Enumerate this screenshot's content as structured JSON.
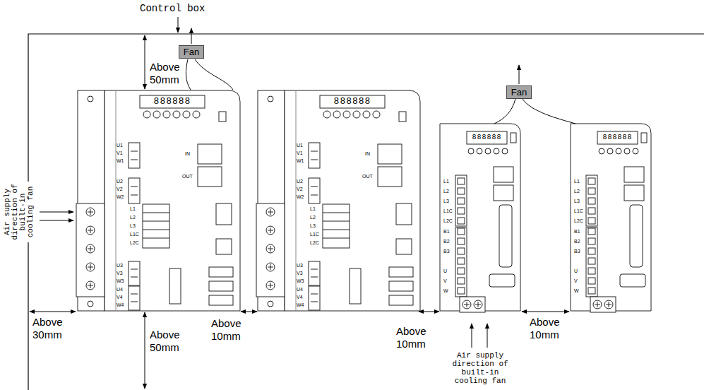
{
  "diagram": {
    "nodes": [
      {
        "text": [
          "Fan"
        ]
      },
      {
        "text": [
          "Fan"
        ]
      }
    ],
    "labels": [
      "Control box",
      "Above 50mm",
      "Above 50mm",
      "Above 30mm",
      "Above 10mm",
      "Above 10mm",
      "Above 10mm",
      "Air supply direction of built-in cooling fan",
      "Air supply direction of built-in cooling fan",
      "888888",
      "U1",
      "V1",
      "W1",
      "U2",
      "V2",
      "W2",
      "IN",
      "OUT",
      "L1",
      "L2",
      "L3",
      "L1C",
      "L2C",
      "U3",
      "V3",
      "W3",
      "U4",
      "V4",
      "W4",
      "888888",
      "U1",
      "V1",
      "W1",
      "U2",
      "V2",
      "W2",
      "IN",
      "OUT",
      "L1",
      "L2",
      "L3",
      "L1C",
      "L2C",
      "U3",
      "V3",
      "W3",
      "U4",
      "V4",
      "W4",
      "888888",
      "L1",
      "L2",
      "L3",
      "L1C",
      "L2C",
      "B1",
      "B2",
      "B3",
      "U",
      "V",
      "W",
      "888888",
      "L1",
      "L2",
      "L3",
      "L1C",
      "L2C",
      "B1",
      "B2",
      "B3",
      "U",
      "V",
      "W"
    ]
  }
}
